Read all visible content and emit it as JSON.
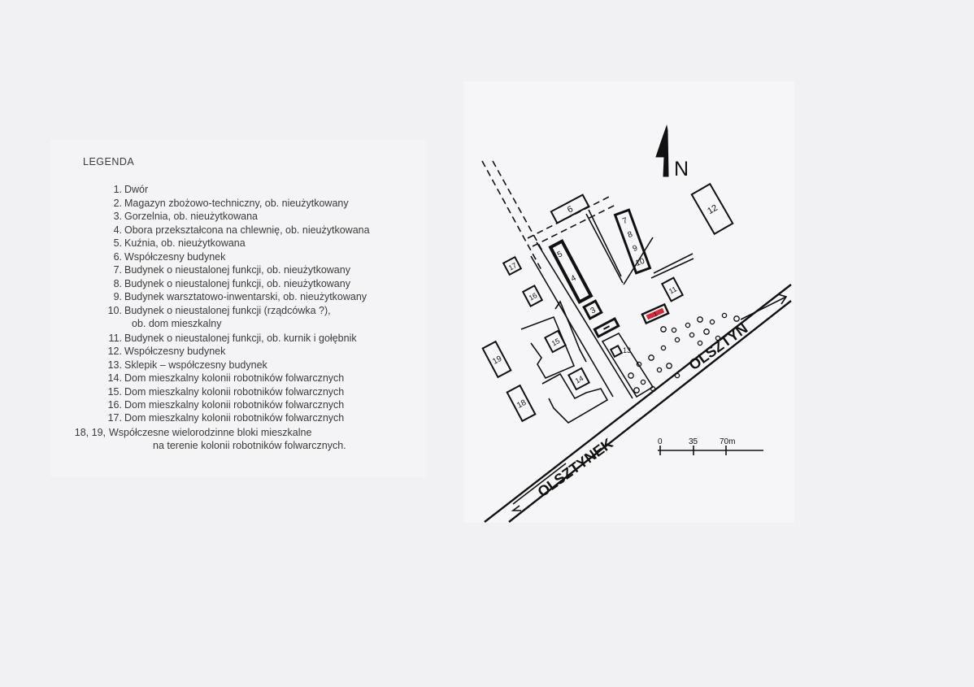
{
  "legend": {
    "title": "LEGENDA",
    "entries": [
      {
        "number": "1.",
        "text": "Dwór"
      },
      {
        "number": "2.",
        "text": "Magazyn zbożowo-techniczny, ob. nieużytkowany"
      },
      {
        "number": "3.",
        "text": "Gorzelnia, ob. nieużytkowana"
      },
      {
        "number": "4.",
        "text": "Obora przekształcona na chlewnię, ob. nieużytkowana"
      },
      {
        "number": "5.",
        "text": "Kuźnia, ob. nieużytkowana"
      },
      {
        "number": "6.",
        "text": "Współczesny budynek"
      },
      {
        "number": "7.",
        "text": "Budynek o nieustalonej funkcji, ob. nieużytkowany"
      },
      {
        "number": "8.",
        "text": "Budynek o nieustalonej funkcji, ob. nieużytkowany"
      },
      {
        "number": "9.",
        "text": "Budynek warsztatowo-inwentarski, ob. nieużytkowany"
      },
      {
        "number": "10.",
        "text": "Budynek o nieustalonej funkcji (rządcówka ?),",
        "continuation": "ob. dom mieszkalny"
      },
      {
        "number": "11.",
        "text": "Budynek o nieustalonej funkcji, ob. kurnik i gołębnik"
      },
      {
        "number": "12.",
        "text": "Współczesny budynek"
      },
      {
        "number": "13.",
        "text": "Sklepik – współczesny budynek"
      },
      {
        "number": "14.",
        "text": "Dom mieszkalny kolonii robotników folwarcznych"
      },
      {
        "number": "15.",
        "text": "Dom mieszkalny kolonii robotników folwarcznych"
      },
      {
        "number": "16.",
        "text": "Dom mieszkalny kolonii robotników folwarcznych"
      },
      {
        "number": "17.",
        "text": "Dom mieszkalny kolonii robotników folwarcznych"
      },
      {
        "number": "18, 19,",
        "text": "Współczesne wielorodzinne bloki mieszkalne",
        "continuation": "na terenie kolonii robotników folwarcznych."
      }
    ]
  },
  "map": {
    "north_label": "N",
    "road_east_label": "OLSZTYN",
    "road_west_label": "OLSZTYNEK",
    "scale": {
      "ticks": [
        "0",
        "35",
        "70m"
      ]
    },
    "building_labels": {
      "b1": "1",
      "b2": "2",
      "b3": "3",
      "b4": "4",
      "b5": "5",
      "b6": "6",
      "b7": "7",
      "b8": "8",
      "b9": "9",
      "b10": "10",
      "b11": "11",
      "b12": "12",
      "b13": "13",
      "b14": "14",
      "b15": "15",
      "b16": "16",
      "b17": "17",
      "b18": "18",
      "b19": "19"
    },
    "highlight_color": "#d42a3a",
    "ink_color": "#111111"
  }
}
